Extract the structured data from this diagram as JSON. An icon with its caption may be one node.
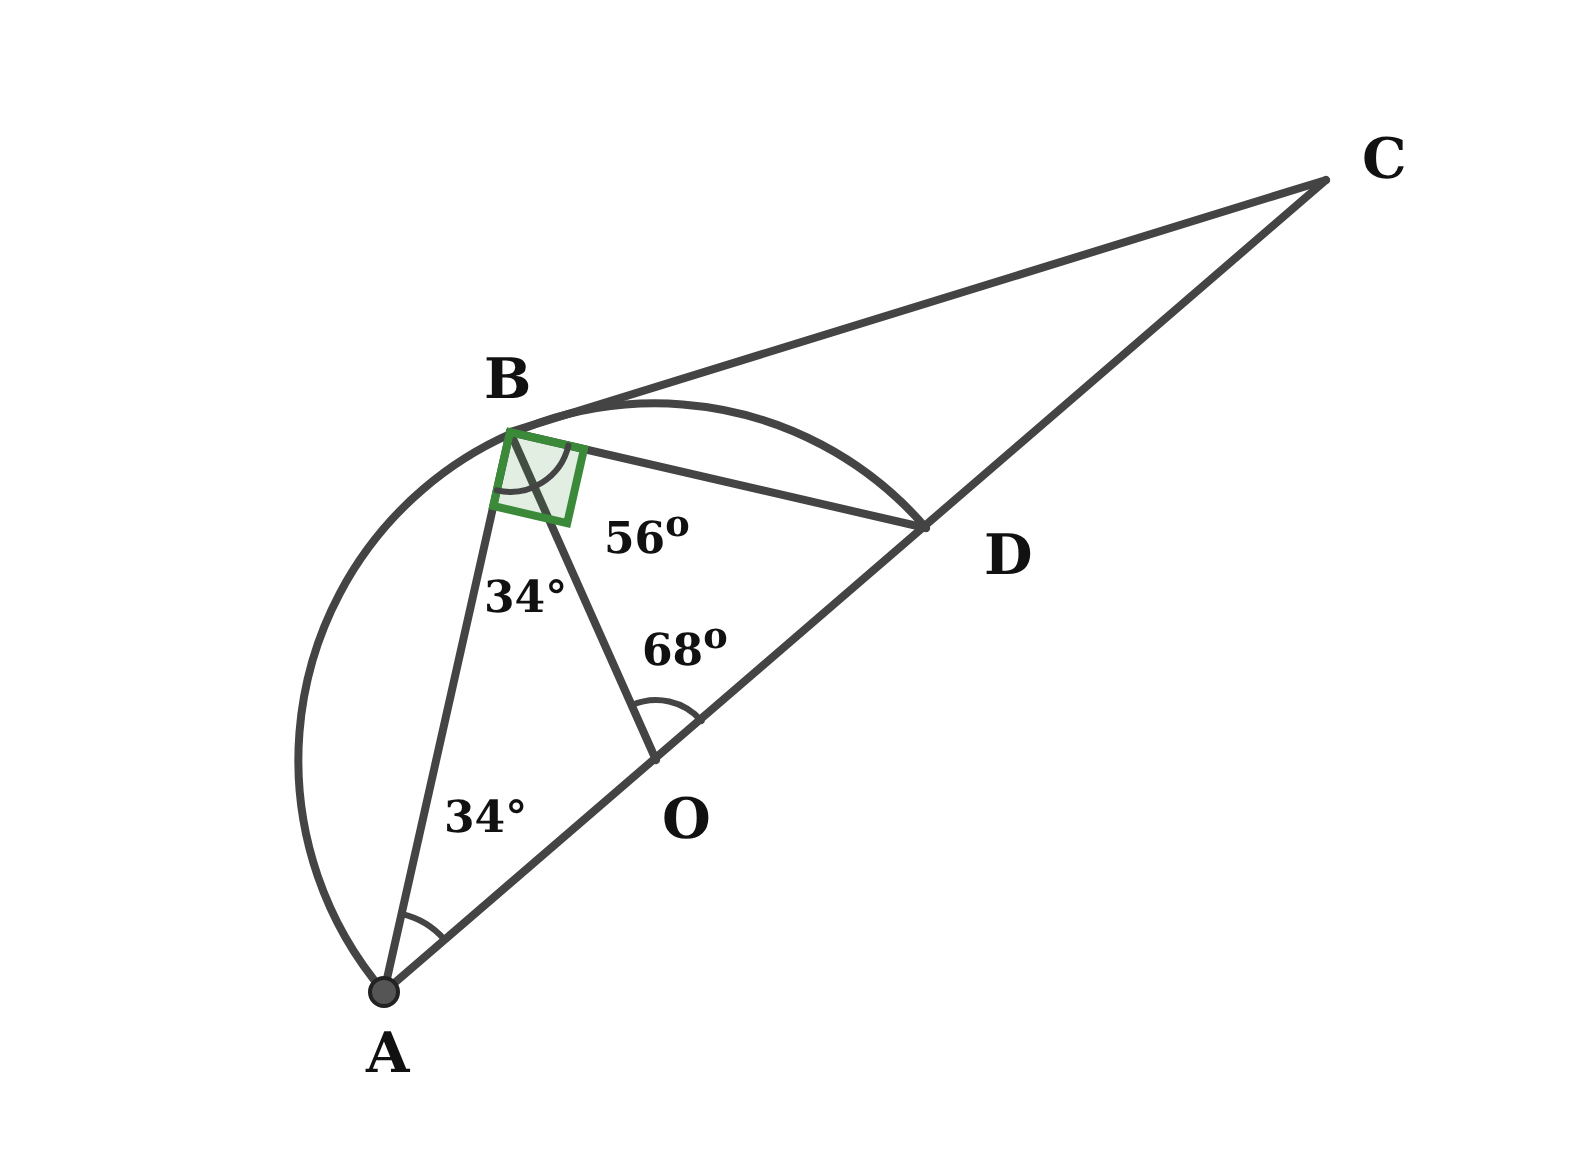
{
  "diagram": {
    "labels": [
      "C",
      "B",
      "56$^{o}$",
      "D",
      "34°",
      "68$^{o}$",
      "34°",
      "O",
      "A"
    ]
  }
}
